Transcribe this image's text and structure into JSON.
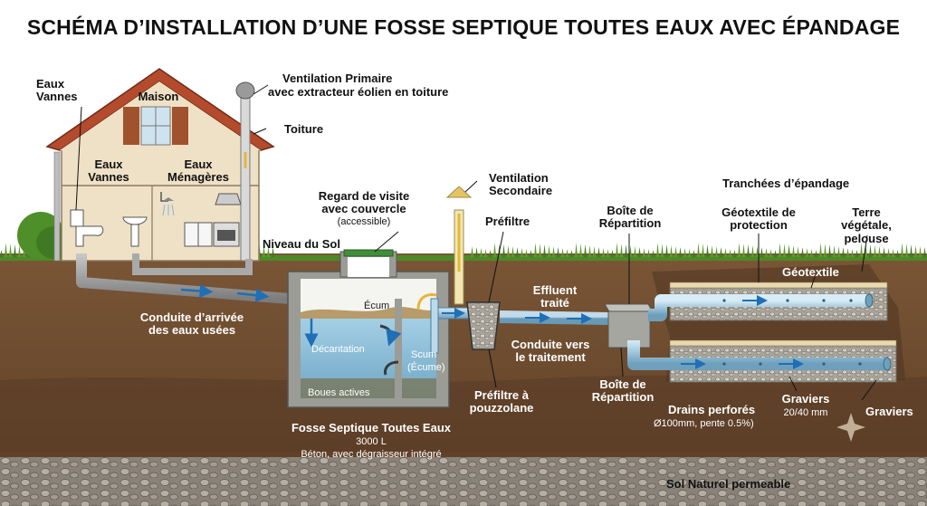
{
  "title": "SCHÉMA D’INSTALLATION D’UNE FOSSE SEPTIQUE TOUTES EAUX AVEC ÉPANDAGE",
  "labels": {
    "eaux_vannes_top": "Eaux Vannes",
    "maison": "Maison",
    "eaux_vannes_inside": "Eaux Vannes",
    "eaux_menageres": "Eaux Ménagères",
    "ventilation_primaire": "Ventilation Primaire",
    "ventilation_primaire_sub": "avec extracteur éolien en toiture",
    "toiture": "Toiture",
    "niveau_du_sol": "Niveau du Sol",
    "regard_de_visite": "Regard de visite",
    "regard_sub": "avec couvercle",
    "regard_access": "(accessible)",
    "ventilation_secondaire": "Ventilation Secondaire",
    "prefiltre": "Préfiltre",
    "boite_repartition_top": "Boîte de Répartition",
    "tranchees": "Tranchées d’épandage",
    "geotextile_protection": "Géotextile de protection",
    "terre_vegetale": "Terre végétale, pelouse",
    "geotextile": "Géotextile",
    "effluent_traite": "Effluent traité",
    "conduite_vers": "Conduite vers le traitement",
    "conduite_arrivee": "Conduite d’arrivée des eaux usées",
    "ecum": "Écum",
    "decantation": "Décantation",
    "scum": "Scum",
    "ecume": "(Écume)",
    "boues_actives": "Boues actives",
    "prefiltre_pouzzolane": "Préfiltre à pouzzolane",
    "boite_repartition_bottom": "Boîte de Répartition",
    "drains_perfores": "Drains perforés",
    "drains_spec": "Ø100mm, pente 0.5%)",
    "graviers_1": "Graviers",
    "graviers_size": "20/40 mm",
    "graviers_2": "Graviers",
    "fosse_title": "Fosse Septique Toutes Eaux",
    "fosse_volume": "3000 L",
    "fosse_material": "Béton, avec dégraisseur intégré",
    "sol_naturel": "Sol Naturel permeable"
  },
  "colors": {
    "soil": "#6b4a30",
    "soil_dark": "#4e3420",
    "grass": "#5a9a2c",
    "water": "#8fc3dd",
    "pipe": "#a9c9dc",
    "concrete": "#9a9a96",
    "gravel": "#b8b4ac",
    "sludge": "#6a6f5e"
  }
}
